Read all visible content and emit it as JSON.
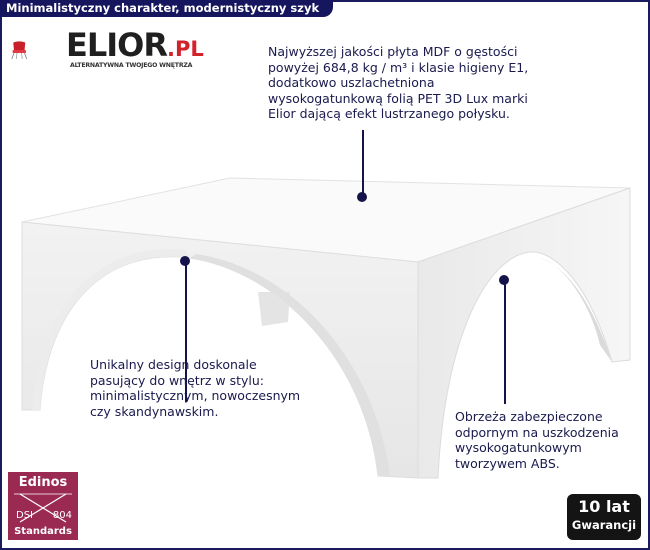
{
  "header": {
    "title": "Minimalistyczny charakter, modernistyczny szyk"
  },
  "logo": {
    "brand": "ELIOR",
    "suffix": ".PL",
    "tagline": "ALTERNATYWNA TWOJEGO WNĘTRZA"
  },
  "callouts": {
    "top": "Najwyższej jakości płyta MDF o gęstości powyżej 684,8 kg / m³ i klasie higieny E1, dodatkowo uszlachetniona wysokogatunkową folią PET 3D Lux marki Elior dającą efekt lustrzanego połysku.",
    "left": "Unikalny design doskonale pasujący do wnętrz w stylu: minimalistycznym, nowoczesnym czy skandynawskim.",
    "right": "Obrzeża zabezpieczone odpornym na uszkodzenia wysokogatunkowym tworzywem ABS."
  },
  "badges": {
    "edinos": {
      "name": "Edinos",
      "dsi": "DSI",
      "code": "804",
      "label": "Standards"
    },
    "warranty": {
      "years": "10 lat",
      "label": "Gwarancji"
    }
  }
}
